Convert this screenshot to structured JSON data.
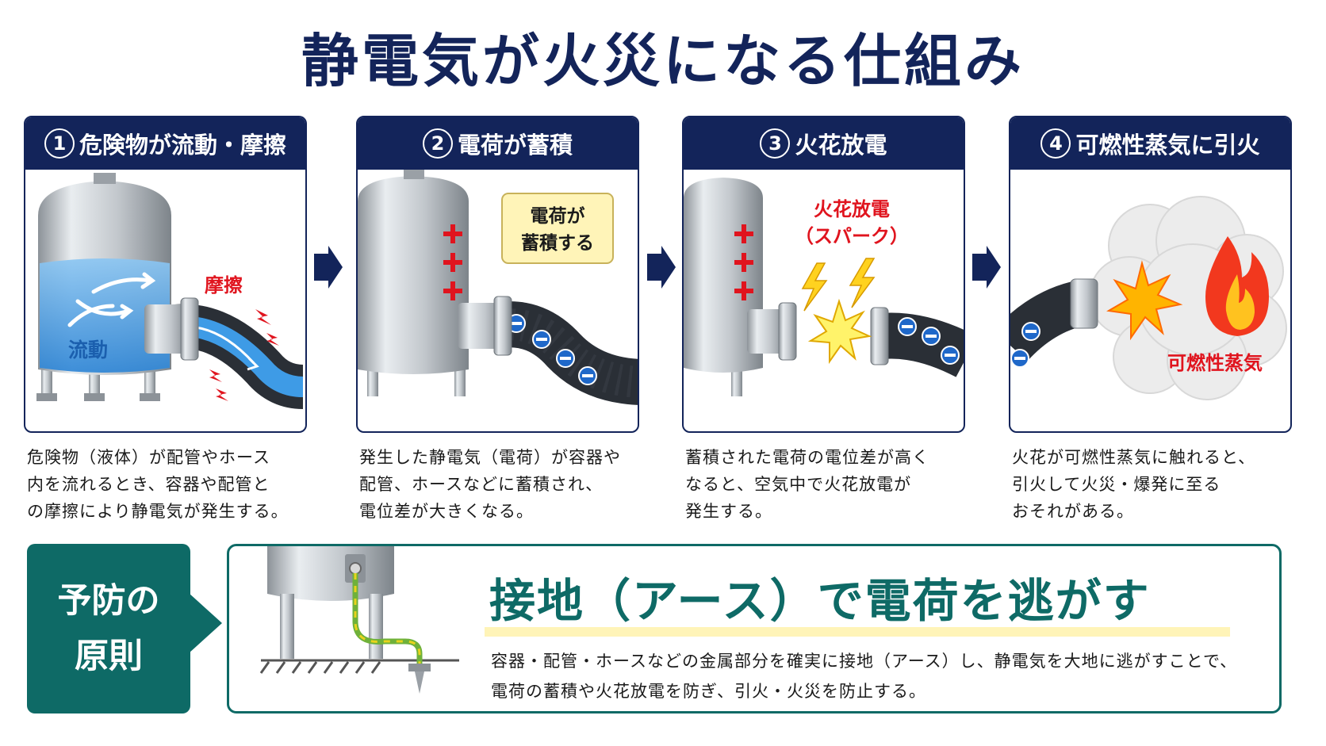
{
  "title": "静電気が火災になる仕組み",
  "steps": [
    {
      "num": "1",
      "heading": "危険物が流動・摩擦",
      "labels": {
        "flow": "流動",
        "friction": "摩擦"
      },
      "desc": [
        "危険物（液体）が配管やホース",
        "内を流れるとき、容器や配管と",
        "の摩擦により静電気が発生する。"
      ]
    },
    {
      "num": "2",
      "heading": "電荷が蓄積",
      "callout": [
        "電荷が",
        "蓄積する"
      ],
      "desc": [
        "発生した静電気（電荷）が容器や",
        "配管、ホースなどに蓄積され、",
        "電位差が大きくなる。"
      ]
    },
    {
      "num": "3",
      "heading": "火花放電",
      "spark_label": [
        "火花放電",
        "（スパーク）"
      ],
      "desc": [
        "蓄積された電荷の電位差が高く",
        "なると、空気中で火花放電が",
        "発生する。"
      ]
    },
    {
      "num": "4",
      "heading": "可燃性蒸気に引火",
      "vapor_label": "可燃性蒸気",
      "desc": [
        "火花が可燃性蒸気に触れると、",
        "引火して火災・爆発に至る",
        "おそれがある。"
      ]
    }
  ],
  "prevention": {
    "label": [
      "予防の",
      "原則"
    ],
    "title": "接地（アース）で電荷を逃がす",
    "desc": [
      "容器・配管・ホースなどの金属部分を確実に接地（アース）し、静電気を大地に逃がすことで、",
      "電荷の蓄積や火花放電を防ぎ、引火・火災を防止する。"
    ]
  },
  "colors": {
    "navy": "#13245a",
    "teal": "#0e6a66",
    "charge_red": "#e0141e",
    "flow_blue": "#2a8ee0",
    "spark_yellow": "#ffd21f",
    "flame_orange": "#ff6a00"
  }
}
